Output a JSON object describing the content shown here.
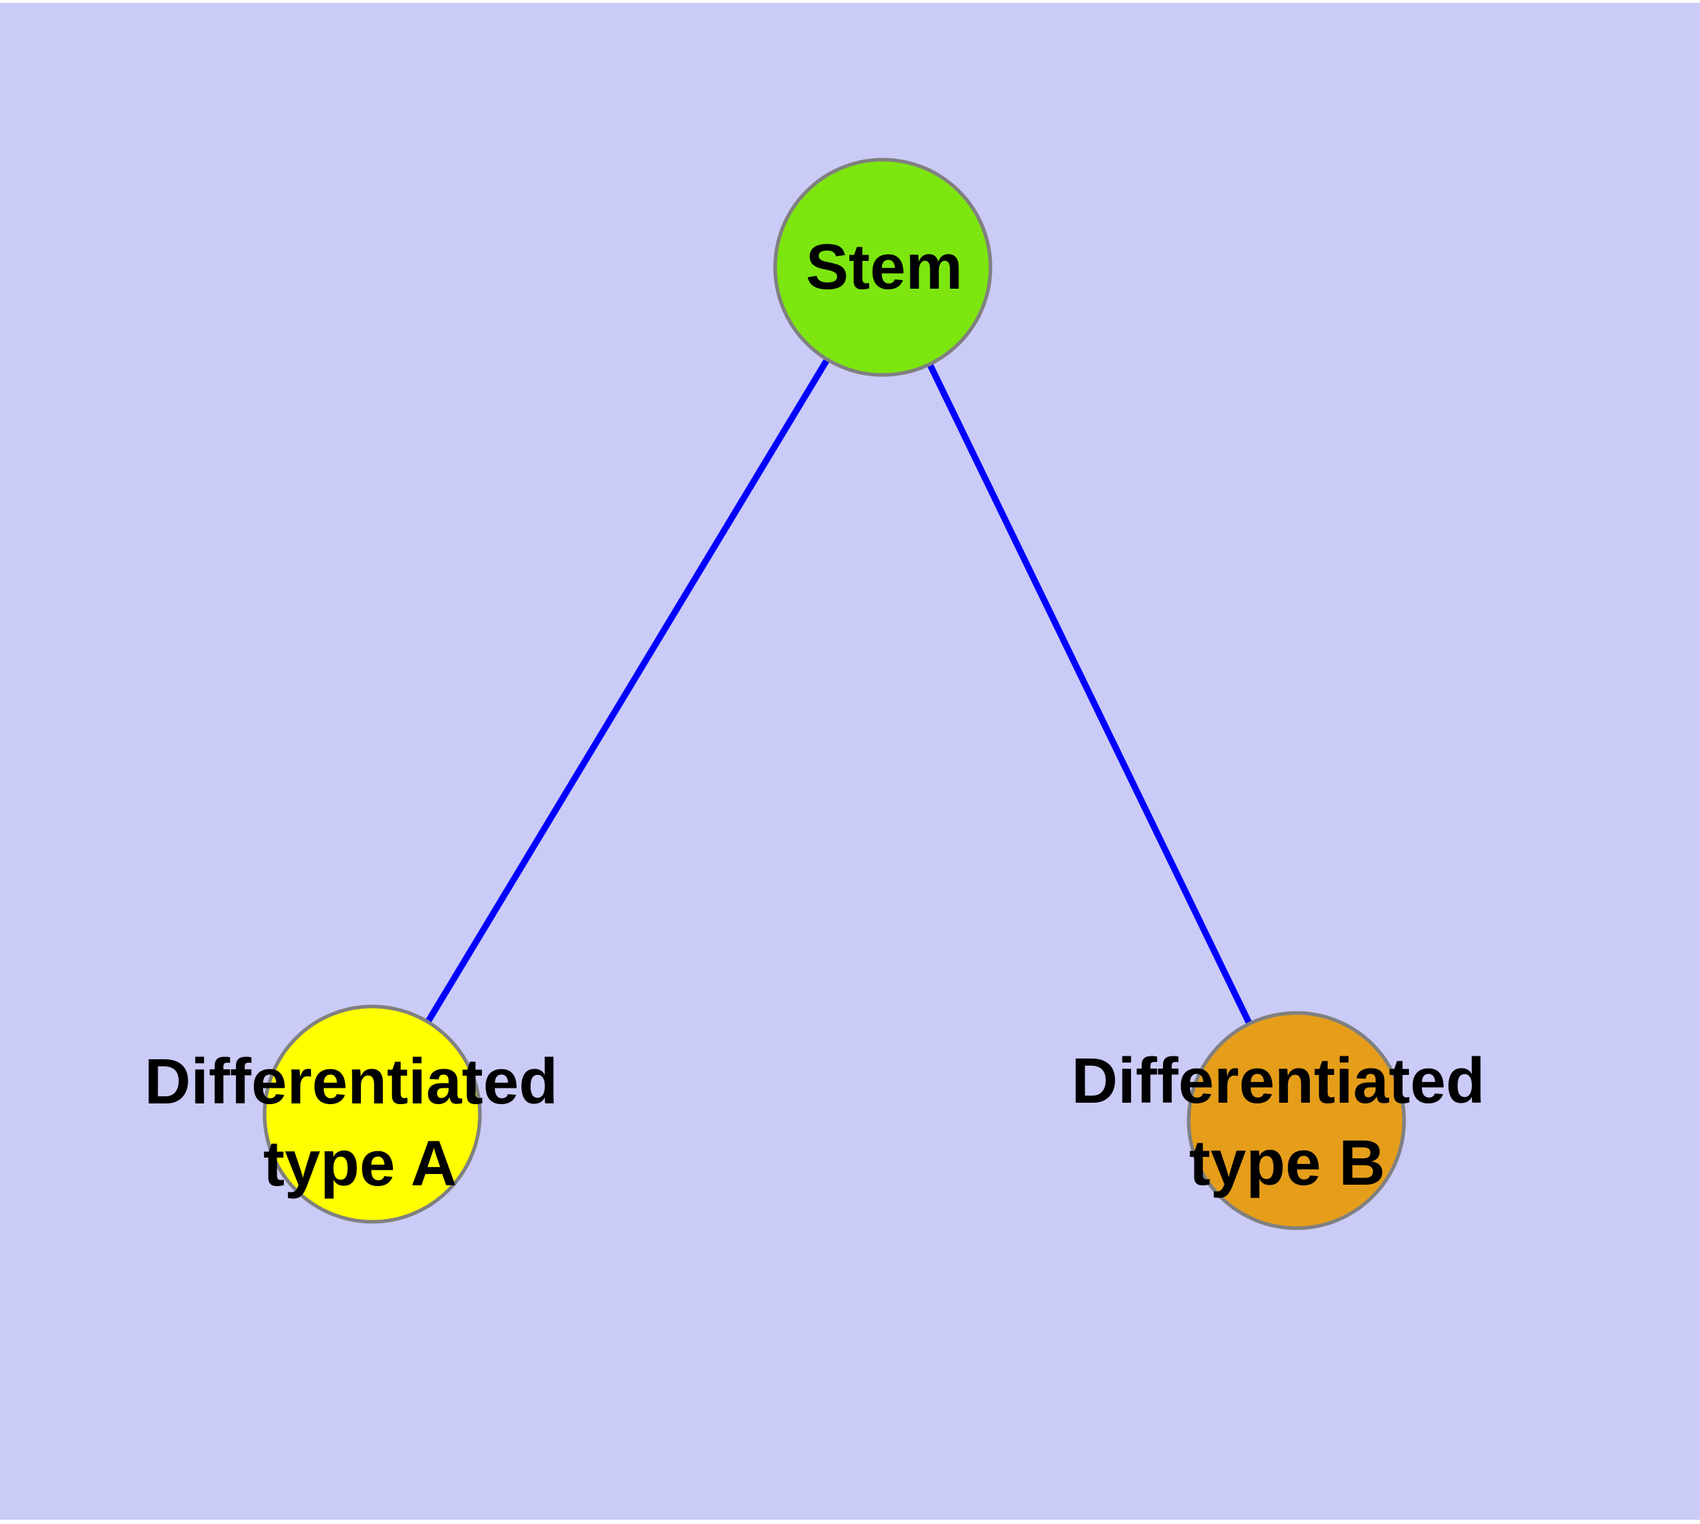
{
  "colors": {
    "background": "#CBCBF8",
    "edge": "#0000FF",
    "node_border": "#808080",
    "label_text": "#000000",
    "stem_node": "#7DE60E",
    "type_a_node": "#FFFF00",
    "type_b_node": "#E69E1A"
  },
  "nodes": {
    "stem": {
      "label": "Stem"
    },
    "type_a": {
      "label_line1": "Differentiated",
      "label_line2": "type A"
    },
    "type_b": {
      "label_line1": "Differentiated",
      "label_line2": "type B"
    }
  },
  "edges": [
    {
      "from": "Stem",
      "to": "Differentiated type A"
    },
    {
      "from": "Stem",
      "to": "Differentiated type B"
    }
  ]
}
